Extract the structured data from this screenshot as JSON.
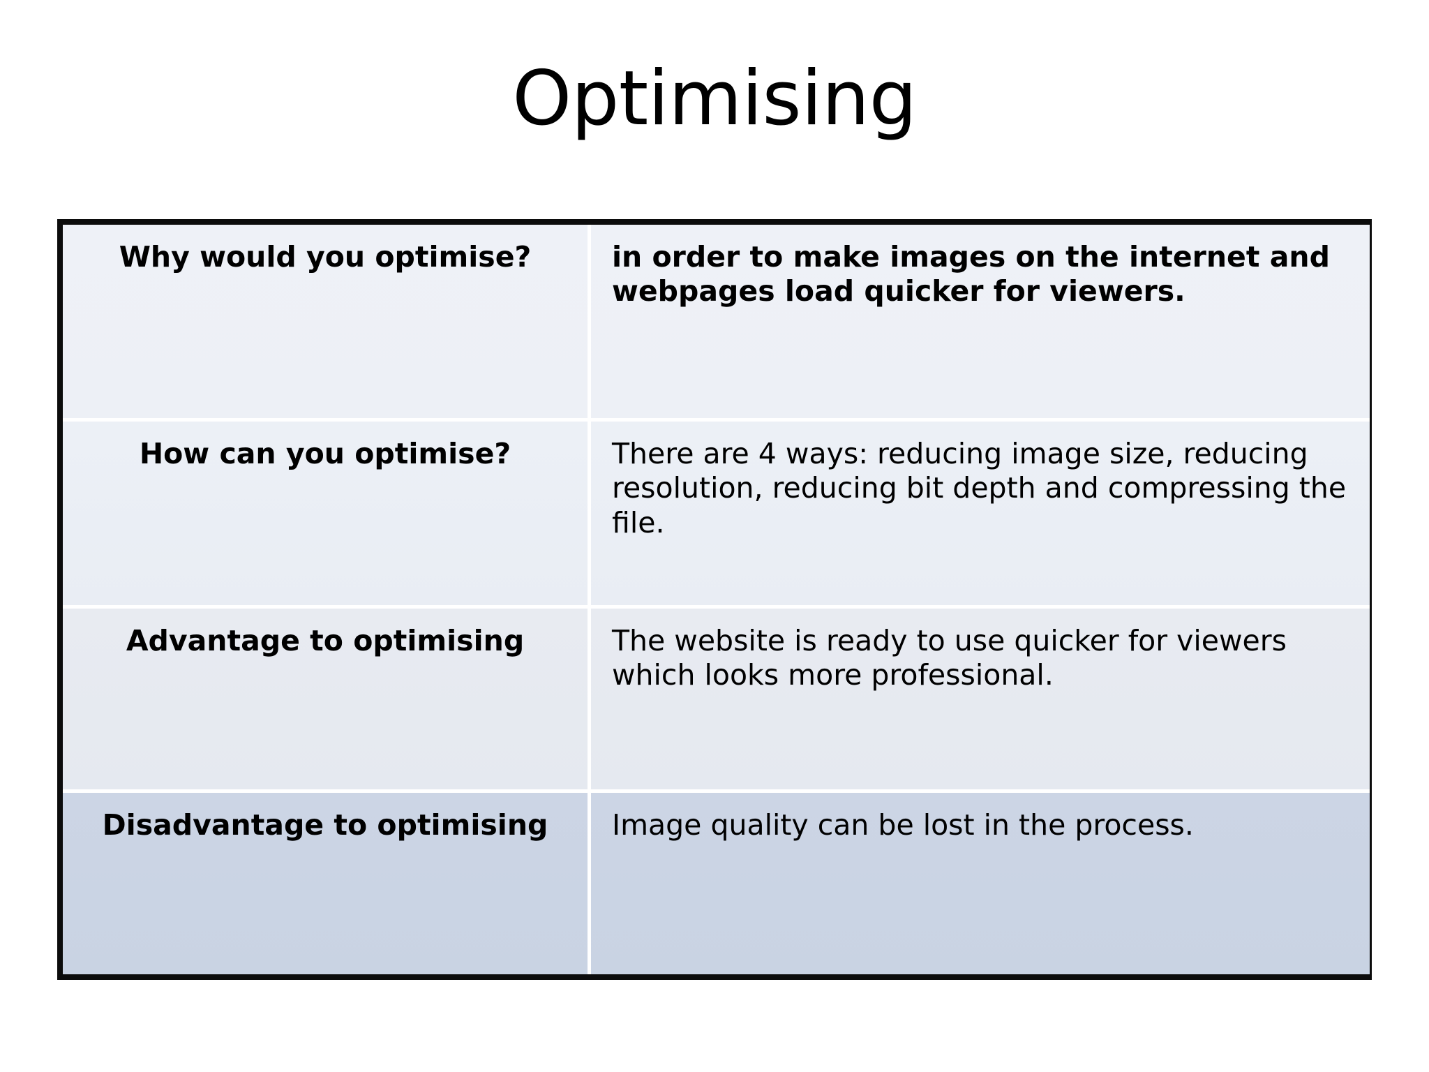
{
  "slide": {
    "title": "Optimising",
    "background_color": "#ffffff",
    "table": {
      "border_color": "#0c0c0c",
      "separator_color": "#ffffff",
      "row_colors": [
        "#eef1f7",
        "#ecf0f6",
        "#e8ebf1",
        "#ccd5e5"
      ],
      "rows": [
        {
          "question": "Why would you optimise?",
          "answer": "in order to make images on the internet and webpages load quicker for viewers.",
          "answer_bold": true
        },
        {
          "question": "How can you optimise?",
          "answer": "There are 4 ways: reducing image size, reducing resolution, reducing bit depth and compressing the file.",
          "answer_bold": false
        },
        {
          "question": "Advantage to optimising",
          "answer": "The website is ready to use quicker for viewers which looks more professional.",
          "answer_bold": false
        },
        {
          "question": "Disadvantage to optimising",
          "answer": "Image quality can be lost in the process.",
          "answer_bold": false
        }
      ]
    }
  }
}
